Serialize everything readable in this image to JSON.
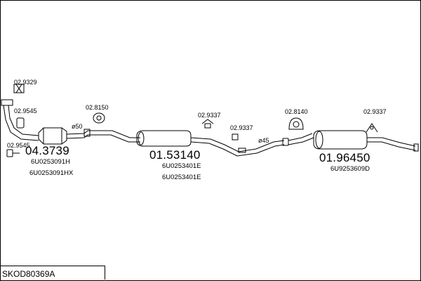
{
  "diagram": {
    "footer_code": "SKOD80369A",
    "groups": [
      {
        "number": "04.3739",
        "oem": [
          "6U0253091H",
          "6U0253091HX"
        ]
      },
      {
        "number": "01.53140",
        "oem": [
          "6U0253401E",
          "6U0253401E"
        ]
      },
      {
        "number": "01.96450",
        "oem": [
          "6U9253609D"
        ]
      }
    ],
    "accessories": [
      {
        "code": "02.9329"
      },
      {
        "code": "02.9545"
      },
      {
        "code": "02.9545"
      },
      {
        "code": "02.8150"
      },
      {
        "code": "02.9337"
      },
      {
        "code": "02.9337"
      },
      {
        "code": "02.8140"
      },
      {
        "code": "02.9337"
      }
    ],
    "diameters": [
      "ø50",
      "ø45"
    ]
  }
}
